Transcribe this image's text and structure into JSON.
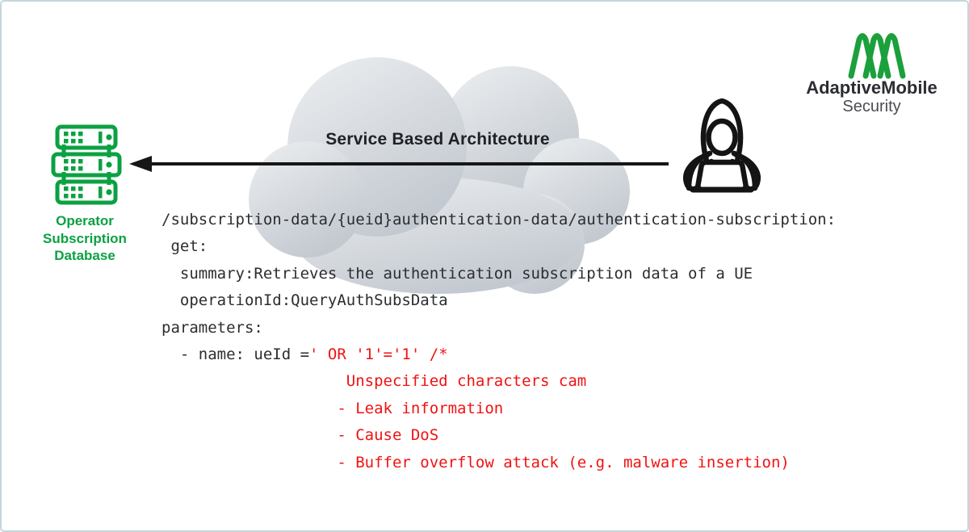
{
  "colors": {
    "green": "#0ba142",
    "logo_green": "#1ba03c",
    "red": "#f01212",
    "code_ink": "#2b2d31",
    "arrow_black": "#161616",
    "cloud_light": "#eceef0",
    "cloud_dark": "#c3c9d0",
    "frame_border": "#c3d7dc"
  },
  "logo": {
    "brand": "AdaptiveMobile",
    "division": "Security"
  },
  "database": {
    "label": "Operator\nSubscription\nDatabase"
  },
  "cloud": {
    "title": "Service Based Architecture"
  },
  "icons": {
    "server": "server-stack-icon",
    "hacker": "hooded-hacker-laptop-icon",
    "arrow": "attack-arrow-left",
    "logo": "adaptivemobile-loops-logo"
  },
  "code": {
    "line1": "/subscription-data/{ueid}authentication-data/authentication-subscription:",
    "line2": " get:",
    "line3": "  summary:Retrieves the authentication subscription data of a UE",
    "line4": "  operationId:QueryAuthSubsData",
    "line5": "parameters:",
    "line6_black": "  - name: ueId =",
    "line6_red": "' OR '1'='1' /*",
    "line7": "                    Unspecified characters cam",
    "line8": "                   - Leak information",
    "line9": "                   - Cause DoS",
    "line10": "                   - Buffer overflow attack (e.g. malware insertion)"
  }
}
